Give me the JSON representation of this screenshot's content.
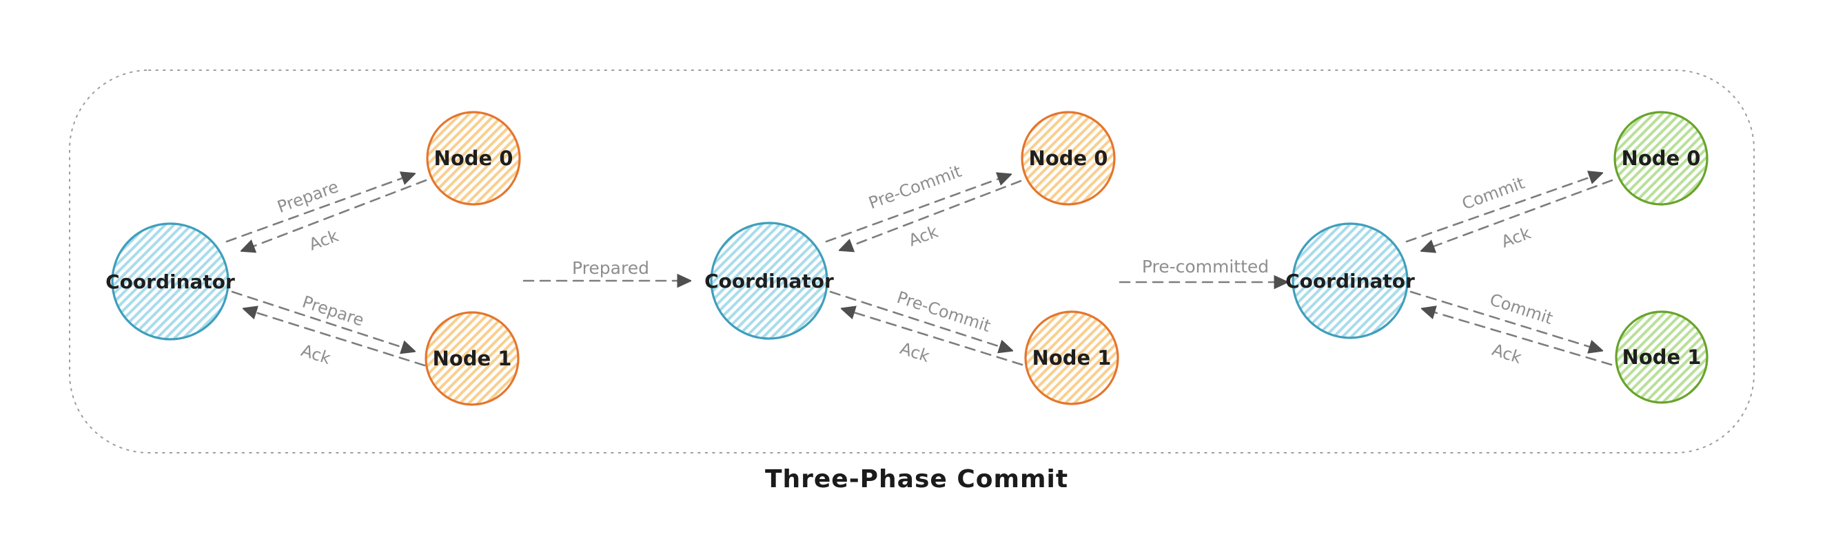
{
  "title": "Three-Phase Commit",
  "colors": {
    "coordinator_stroke": "#3f9fbc",
    "coordinator_fill": "#a9dcec",
    "node_pending_stroke": "#e4762d",
    "node_pending_fill": "#f9cf90",
    "node_committed_stroke": "#68a42b",
    "node_committed_fill": "#b9e09a",
    "arrow": "#7d7d7d",
    "message_label": "#8e8e8e",
    "text": "#1e1e1e"
  },
  "phases": [
    {
      "coordinator": "Coordinator",
      "node0": "Node 0",
      "node1": "Node 1",
      "msg_node0": "Prepare",
      "ack_node0": "Ack",
      "msg_node1": "Prepare",
      "ack_node1": "Ack"
    },
    {
      "transition_in": "Prepared",
      "coordinator": "Coordinator",
      "node0": "Node 0",
      "node1": "Node 1",
      "msg_node0": "Pre-Commit",
      "ack_node0": "Ack",
      "msg_node1": "Pre-Commit",
      "ack_node1": "Ack"
    },
    {
      "transition_in": "Pre-committed",
      "coordinator": "Coordinator",
      "node0": "Node 0",
      "node1": "Node 1",
      "msg_node0": "Commit",
      "ack_node0": "Ack",
      "msg_node1": "Commit",
      "ack_node1": "Ack"
    }
  ]
}
